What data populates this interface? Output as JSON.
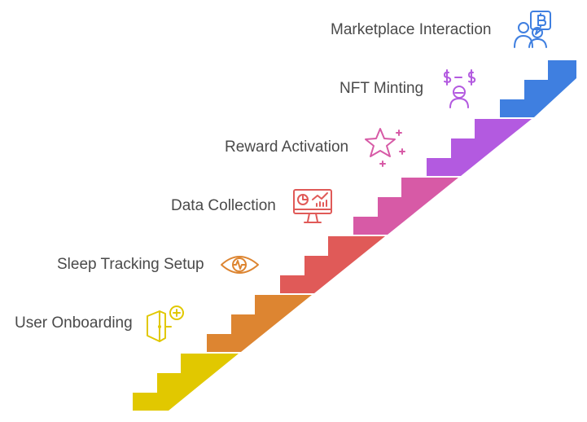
{
  "steps": [
    {
      "label": "User Onboarding",
      "color": "#e1c800",
      "icon": "door-plus-icon"
    },
    {
      "label": "Sleep Tracking Setup",
      "color": "#dd8531",
      "icon": "eye-pulse-icon"
    },
    {
      "label": "Data Collection",
      "color": "#e05a58",
      "icon": "monitor-chart-icon"
    },
    {
      "label": "Reward Activation",
      "color": "#d75aa6",
      "icon": "sparkle-star-icon"
    },
    {
      "label": "NFT Minting",
      "color": "#b35ae0",
      "icon": "person-dollar-icon"
    },
    {
      "label": "Marketplace Interaction",
      "color": "#3f7fe0",
      "icon": "people-bitcoin-icon"
    }
  ]
}
